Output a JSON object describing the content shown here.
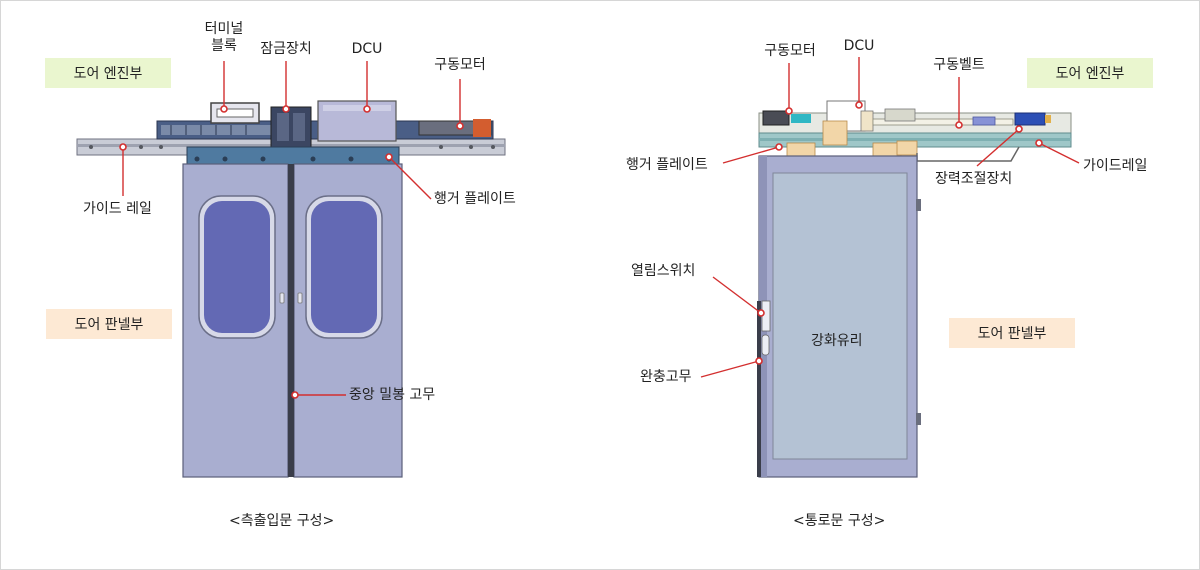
{
  "colors": {
    "callout": "#d32f2f",
    "panel_green": "#eaf6cf",
    "panel_peach": "#fde9d4",
    "door_body": "#a9aed0",
    "door_window": "#6369b4",
    "glass": "#b4c2d4"
  },
  "left": {
    "caption": "<측출입문 구성>",
    "engine_label": "도어 엔진부",
    "panel_label": "도어 판넬부",
    "callouts": {
      "terminal_block": "터미널\n블록",
      "locking_device": "잠금장치",
      "dcu": "DCU",
      "drive_motor": "구동모터",
      "guide_rail": "가이드 레일",
      "hanger_plate": "행거 플레이트",
      "center_seal": "중앙 밀봉 고무"
    }
  },
  "right": {
    "caption": "<통로문 구성>",
    "engine_label": "도어 엔진부",
    "panel_label": "도어 판넬부",
    "glass_label": "강화유리",
    "callouts": {
      "drive_motor": "구동모터",
      "dcu": "DCU",
      "drive_belt": "구동벨트",
      "hanger_plate": "행거 플레이트",
      "tension_device": "장력조절장치",
      "guide_rail": "가이드레일",
      "open_switch": "열림스위치",
      "buffer_rubber": "완충고무"
    }
  }
}
